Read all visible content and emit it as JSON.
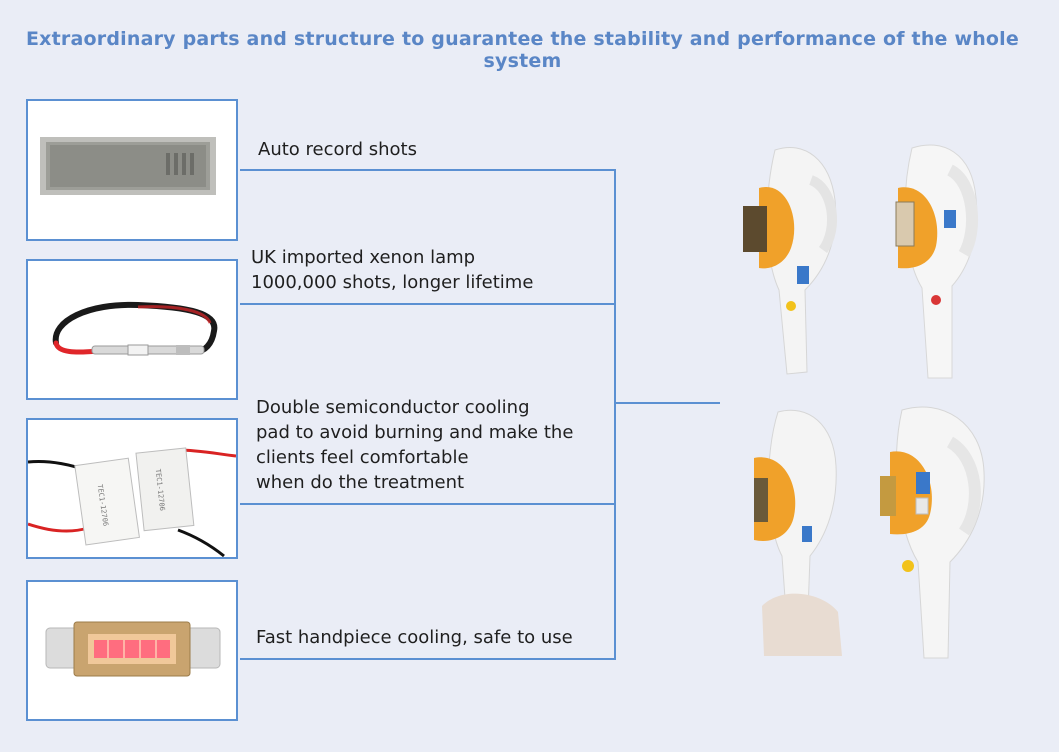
{
  "headline": "Extraordinary parts and structure to guarantee the stability and performance of the whole system",
  "features": [
    {
      "lines": [
        "Auto record shots"
      ],
      "image": "lcd-counter"
    },
    {
      "lines": [
        "UK imported xenon lamp",
        "1000,000 shots, longer lifetime"
      ],
      "image": "xenon-lamp"
    },
    {
      "lines": [
        "Double semiconductor cooling",
        "pad to avoid burning and make the",
        "clients feel comfortable",
        "when do the treatment"
      ],
      "image": "semiconductor-cooling-pads"
    },
    {
      "lines": [
        "Fast handpiece cooling, safe to use"
      ],
      "image": "handpiece-light-window"
    }
  ],
  "products": [
    "ipl-handpiece-side-view",
    "ipl-handpiece-front-view",
    "ipl-handpiece-held-view",
    "ipl-handpiece-angled-view"
  ],
  "colors": {
    "accent": "#5b90d2",
    "headline": "#5a86c6",
    "background": "#eaedf6",
    "handpiece_orange": "#f0a12a"
  }
}
